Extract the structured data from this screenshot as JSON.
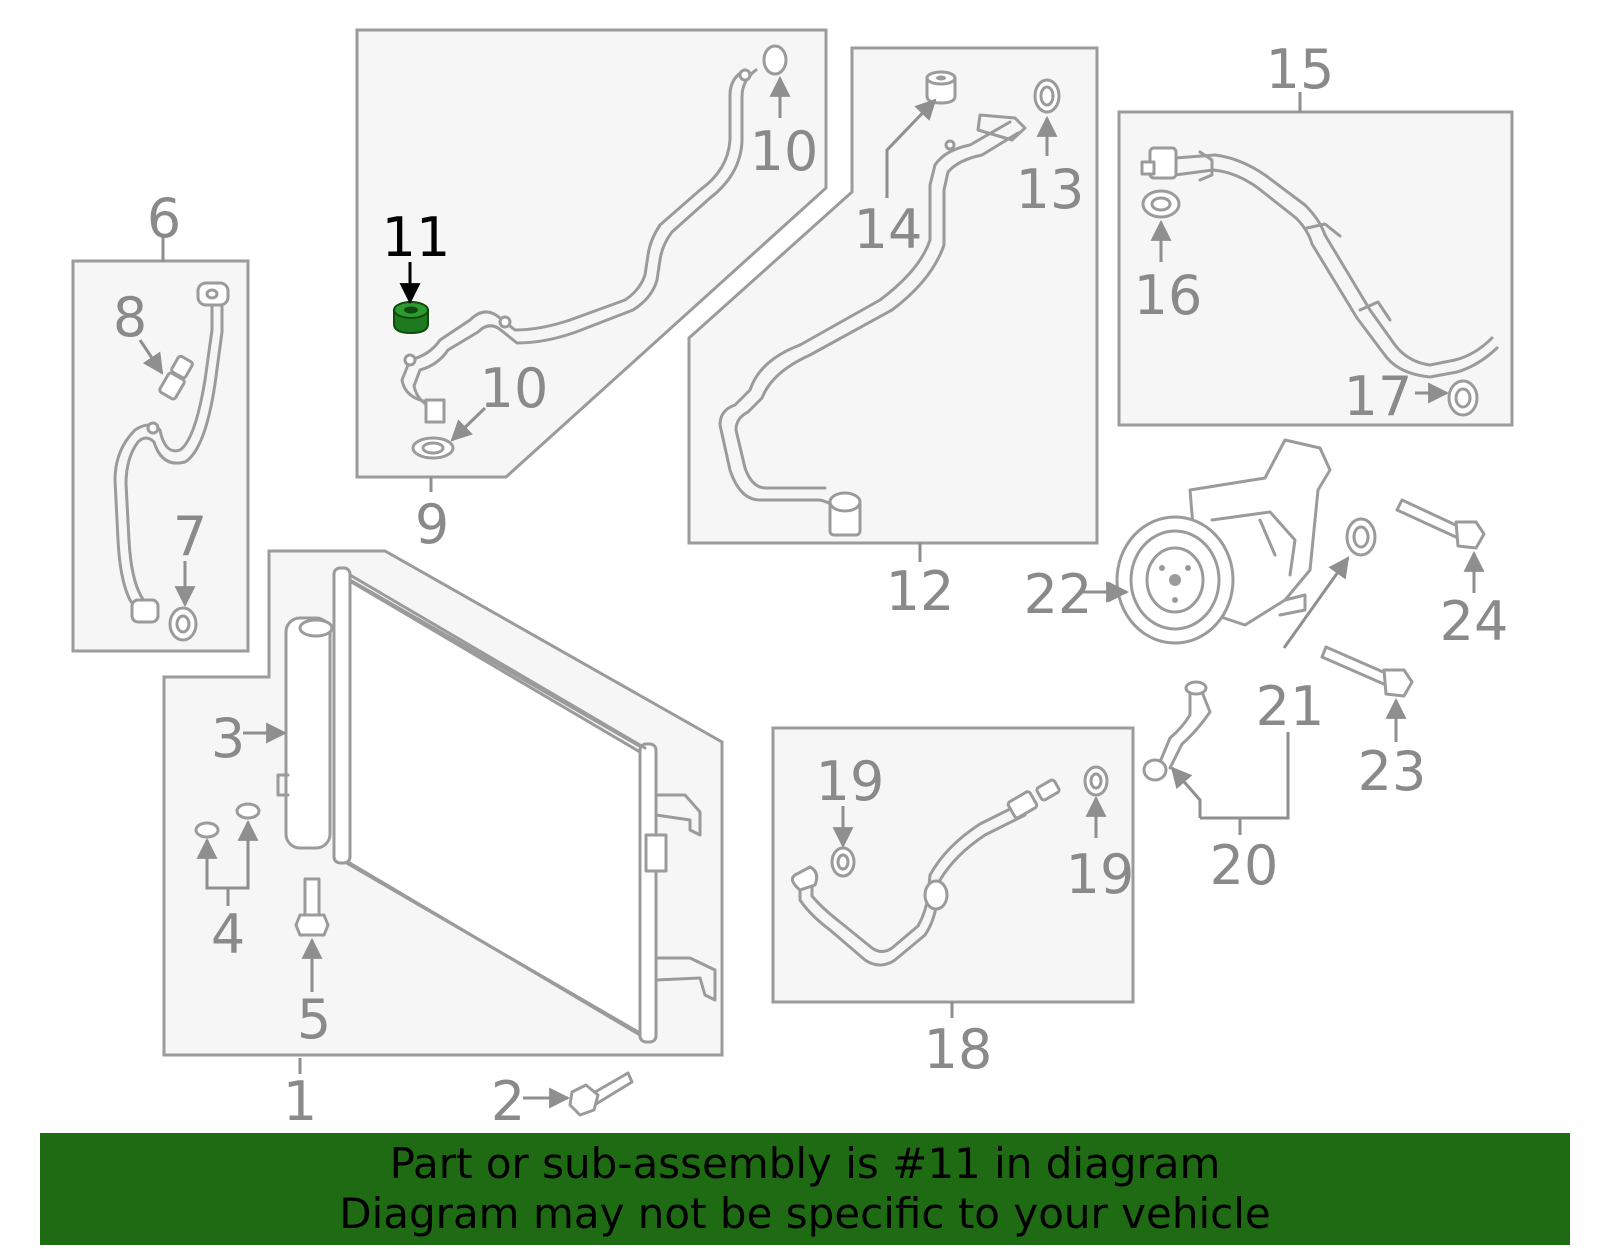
{
  "labels": {
    "p1": "1",
    "p2": "2",
    "p3": "3",
    "p4": "4",
    "p5": "5",
    "p6": "6",
    "p7": "7",
    "p8": "8",
    "p9": "9",
    "p10a": "10",
    "p10b": "10",
    "p11": "11",
    "p12": "12",
    "p13": "13",
    "p14": "14",
    "p15": "15",
    "p16": "16",
    "p17": "17",
    "p18": "18",
    "p19a": "19",
    "p19b": "19",
    "p20": "20",
    "p21": "21",
    "p22": "22",
    "p23": "23",
    "p24": "24"
  },
  "highlight": {
    "part": "11",
    "color": "#1e7a1e"
  },
  "banner": {
    "line1": "Part or sub-assembly is #11 in diagram",
    "line2": "Diagram may not be specific to your vehicle",
    "background": "#1e6b14"
  }
}
